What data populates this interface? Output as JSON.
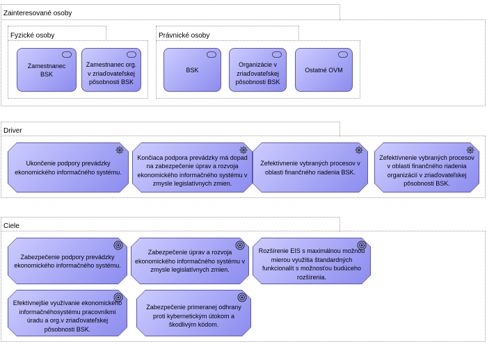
{
  "groups": {
    "stakeholders": {
      "label": "Zainteresované osoby",
      "natural": {
        "label": "Fyzické osoby",
        "items": [
          "Zamestnanec BSK",
          "Zamestnanec org. v zriaďovateľskej pôsobnosti BSK"
        ]
      },
      "legal": {
        "label": "Právnické osoby",
        "items": [
          "BSK",
          "Organizácie v zriaďovateľskej pôsobnosti BSK",
          "Ostatné OVM"
        ]
      }
    },
    "driver": {
      "label": "Driver",
      "items": [
        "Ukončenie podpory prevádzky ekonomického informačného systému.",
        "Končiaca podpora prevádzky má dopad na zabezpečenie úprav a rozvoja ekonomického informačného systému v zmysle legislatívnych zmien.",
        "Zefektívnenie vybraných procesov v oblasti finančného riadenia BSK.",
        "Zefektívnenie vybraných procesov v oblasti finančného riadenia organizácií v zriaďovateľskej pôsobnosti BSK."
      ]
    },
    "goals": {
      "label": "Ciele",
      "items": [
        "Zabezpečenie podpory prevádzky ekonomického informačného systému.",
        "Zabezpečenie úprav a rozvoja ekonomického informačného systému v zmysle legislatívnych zmien.",
        "Rozšírenie EIS s maximálnou možnou mierou využitia štandardných funkcionalít s možnosťou budúceho rozšírenia.",
        "Efektívnejšie využívanie ekonomického informačnéhosystému pracovníkmi úradu a org.v zriaďovateľskej pôsobnosti BSK.",
        "Zabezpečenie primeranej odhrany proti kybernetickým útokom a škodlivým kódom."
      ]
    }
  },
  "colors": {
    "fill_light": "#ccccff",
    "fill_dark": "#8c8cef",
    "border": "#5a5aaa"
  }
}
